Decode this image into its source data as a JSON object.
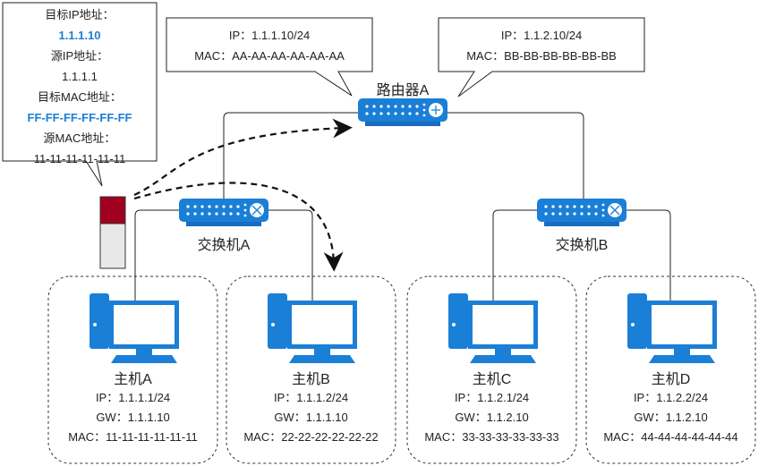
{
  "packet_callout": {
    "lines": [
      {
        "text": "目标IP地址：",
        "highlight": false
      },
      {
        "text": "1.1.1.10",
        "highlight": true
      },
      {
        "text": "源IP地址：",
        "highlight": false
      },
      {
        "text": "1.1.1.1",
        "highlight": false
      },
      {
        "text": "目标MAC地址：",
        "highlight": false
      },
      {
        "text": "FF-FF-FF-FF-FF-FF",
        "highlight": true
      },
      {
        "text": "源MAC地址：",
        "highlight": false
      },
      {
        "text": "11-11-11-11-11-11",
        "highlight": false
      }
    ]
  },
  "router": {
    "label": "路由器A",
    "interfaces": [
      {
        "ip": "IP：1.1.1.10/24",
        "mac": "MAC：AA-AA-AA-AA-AA-AA"
      },
      {
        "ip": "IP：1.1.2.10/24",
        "mac": "MAC：BB-BB-BB-BB-BB-BB"
      }
    ]
  },
  "switches": [
    {
      "label": "交换机A"
    },
    {
      "label": "交换机B"
    }
  ],
  "hosts": [
    {
      "name": "主机A",
      "ip": "IP：1.1.1.1/24",
      "gw": "GW：1.1.1.10",
      "mac": "MAC：11-11-11-11-11-11"
    },
    {
      "name": "主机B",
      "ip": "IP：1.1.1.2/24",
      "gw": "GW：1.1.1.10",
      "mac": "MAC：22-22-22-22-22-22"
    },
    {
      "name": "主机C",
      "ip": "IP：1.1.2.1/24",
      "gw": "GW：1.1.2.10",
      "mac": "MAC：33-33-33-33-33-33"
    },
    {
      "name": "主机D",
      "ip": "IP：1.1.2.2/24",
      "gw": "GW：1.1.2.10",
      "mac": "MAC：44-44-44-44-44-44"
    }
  ],
  "colors": {
    "device_blue": "#1a7fd6",
    "packet_red": "#a00020",
    "packet_gray": "#e8e8e8",
    "highlight_blue": "#1a7fd6"
  }
}
